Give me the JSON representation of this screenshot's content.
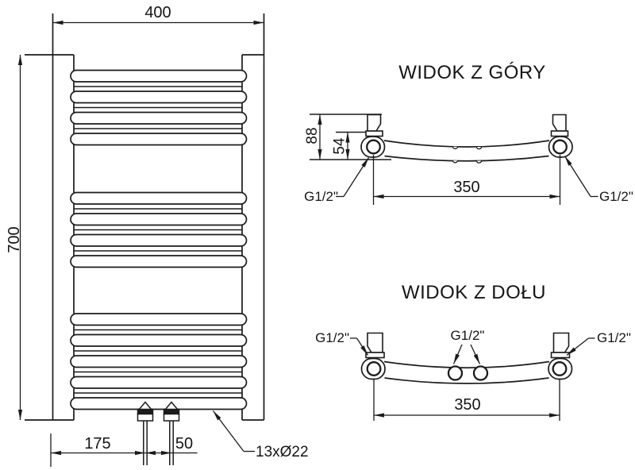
{
  "drawing": {
    "front_view": {
      "dim_width": "400",
      "dim_height": "700",
      "dim_valve_offset": "175",
      "dim_valve_spacing": "50",
      "tube_note": "13xØ22"
    },
    "top_view": {
      "title": "WIDOK Z GÓRY",
      "dim_total_depth": "88",
      "dim_axis_depth": "54",
      "dim_connection_spacing": "350",
      "thread_left": "G1/2\"",
      "thread_right": "G1/2\""
    },
    "bottom_view": {
      "title": "WIDOK Z DOŁU",
      "dim_connection_spacing": "350",
      "thread_left": "G1/2\"",
      "thread_center": "G1/2\"",
      "thread_right": "G1/2\""
    },
    "colors": {
      "line": "#1b1b1b",
      "background": "#ffffff"
    }
  }
}
